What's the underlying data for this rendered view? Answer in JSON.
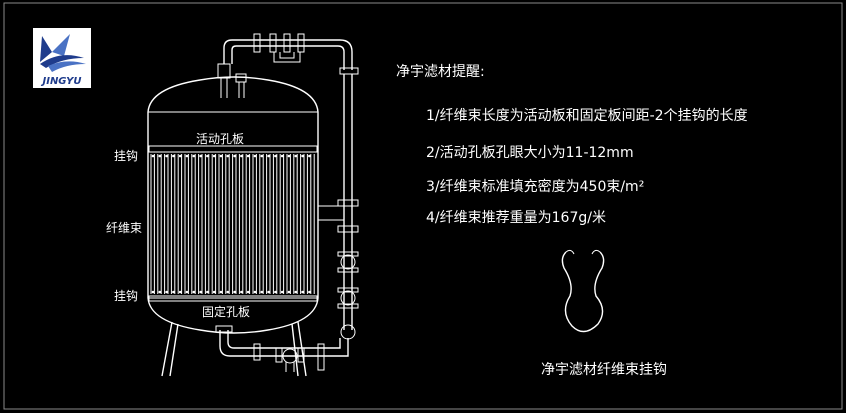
{
  "logo": {
    "brand": "JINGYU",
    "colors": {
      "navy": "#1f3c8c",
      "blue": "#4a72c4",
      "white": "#ffffff"
    },
    "icon": "jingyu-logo-icon"
  },
  "labels": {
    "active_plate": "活动孔板",
    "fixed_plate": "固定孔板",
    "hook_top": "挂钩",
    "fiber_bundle": "纤维束",
    "hook_bottom": "挂钩"
  },
  "notes": {
    "title": "净宇滤材提醒:",
    "items": [
      "1/纤维束长度为活动板和固定板间距-2个挂钩的长度",
      "2/活动孔板孔眼大小为11-12mm",
      "3/纤维束标准填充密度为450束/m²",
      "4/纤维束推荐重量为167g/米"
    ]
  },
  "hook_caption": "净宇滤材纤维束挂钩",
  "colors": {
    "background": "#000000",
    "line": "#ffffff",
    "frame": "#8a8a8a"
  }
}
